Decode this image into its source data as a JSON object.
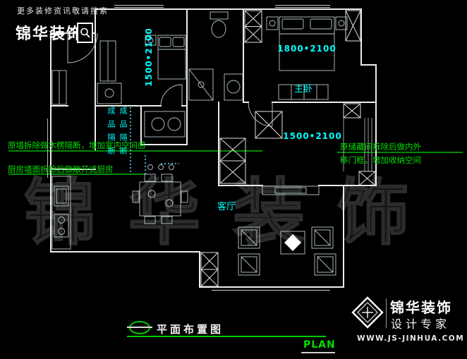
{
  "colors": {
    "background": "#000000",
    "walls": "#ededed",
    "dimension_cyan": "#00ffff",
    "annotation_green": "#00dd00",
    "plan_green": "#00cc00",
    "watermark_gray": "#2c2c2c"
  },
  "header": {
    "tagline": "更多装修资讯敬请搜索",
    "brand": "锦华装饰"
  },
  "plan": {
    "rooms": {
      "master_bedroom": "主卧",
      "living_room": "客厅",
      "partition": "成品隔断"
    },
    "dimensions": {
      "bedroom_left": "1500•2100",
      "master_bedroom": "1800•2100",
      "storage_room": "1500•2100"
    },
    "annotations": {
      "left_1": "原墙拆除做木楞隔断，增加室内空间感",
      "left_2": "厨房墙面拆除后做敞开式厨房",
      "right_1": "原储藏间拆除后做内外",
      "right_2": "移门框，增加收纳空间"
    }
  },
  "watermark": {
    "text": "锦华装饰"
  },
  "footer": {
    "drawing_title": "平面布置图",
    "plan_label": "PLAN"
  },
  "brand_footer": {
    "name": "锦华装饰",
    "tagline": "设计专家",
    "website": "WWW.JS-JINHUA.COM"
  }
}
